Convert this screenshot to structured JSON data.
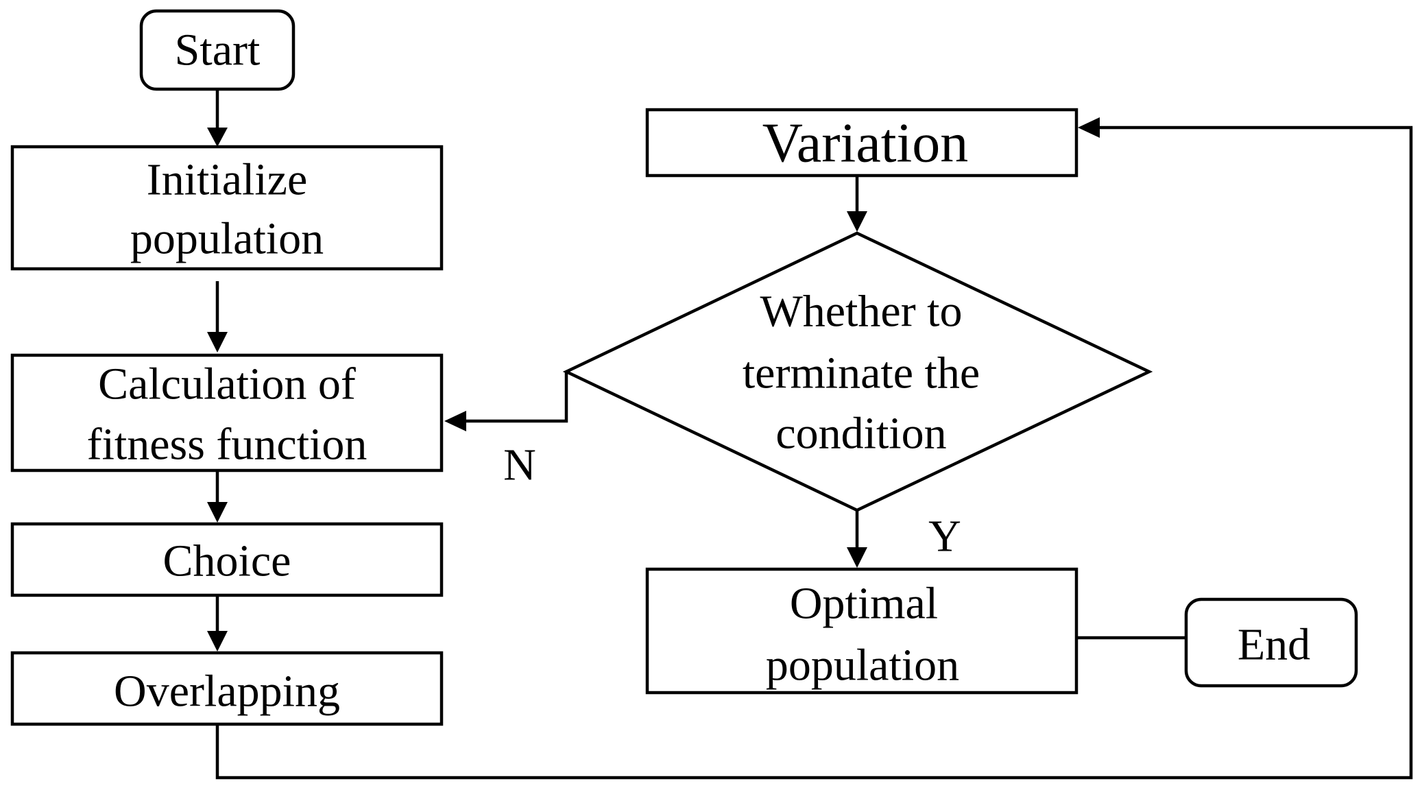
{
  "nodes": {
    "start": {
      "label": "Start"
    },
    "initialize": {
      "line1": "Initialize",
      "line2": "population"
    },
    "fitness": {
      "line1": "Calculation of",
      "line2": "fitness function"
    },
    "choice": {
      "label": "Choice"
    },
    "overlapping": {
      "label": "Overlapping"
    },
    "variation": {
      "label": "Variation"
    },
    "decision": {
      "line1": "Whether to",
      "line2": "terminate the",
      "line3": "condition"
    },
    "optimal": {
      "line1": "Optimal",
      "line2": "population"
    },
    "end": {
      "label": "End"
    }
  },
  "edge_labels": {
    "no": "N",
    "yes": "Y"
  },
  "colors": {
    "stroke": "#000000",
    "fill": "#ffffff",
    "text": "#000000"
  }
}
